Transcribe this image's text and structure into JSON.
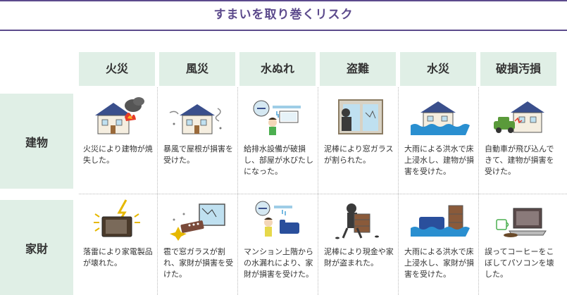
{
  "title": "すまいを取り巻くリスク",
  "columns": [
    "火災",
    "風災",
    "水ぬれ",
    "盗難",
    "水災",
    "破損汚損"
  ],
  "rows": [
    {
      "label": "建物",
      "cells": [
        {
          "text": "火災により建物が焼失した。",
          "icon": "burning-house-icon"
        },
        {
          "text": "暴風で屋根が損害を受けた。",
          "icon": "windstorm-house-icon"
        },
        {
          "text": "給排水設備が破損し、部屋が水びたしになった。",
          "icon": "water-leak-icon"
        },
        {
          "text": "泥棒により窓ガラスが割られた。",
          "icon": "burglar-window-icon"
        },
        {
          "text": "大雨による洪水で床上浸水し、建物が損害を受けた。",
          "icon": "flooded-house-icon"
        },
        {
          "text": "自動車が飛び込んできて、建物が損害を受けた。",
          "icon": "car-crash-house-icon"
        }
      ]
    },
    {
      "label": "家財",
      "cells": [
        {
          "text": "落雷により家電製品が壊れた。",
          "icon": "lightning-tv-icon"
        },
        {
          "text": "雹で窓ガラスが割れ、家財が損害を受けた。",
          "icon": "hail-broken-window-icon"
        },
        {
          "text": "マンション上階からの水漏れにより、家財が損害を受けた。",
          "icon": "ceiling-leak-sofa-icon"
        },
        {
          "text": "泥棒により現金や家財が盗まれた。",
          "icon": "thief-carrying-icon"
        },
        {
          "text": "大雨による洪水で床上浸水し、家財が損害を受けた。",
          "icon": "flooded-furniture-icon"
        },
        {
          "text": "誤ってコーヒーをこぼしてパソコンを壊した。",
          "icon": "coffee-laptop-icon"
        }
      ]
    }
  ]
}
